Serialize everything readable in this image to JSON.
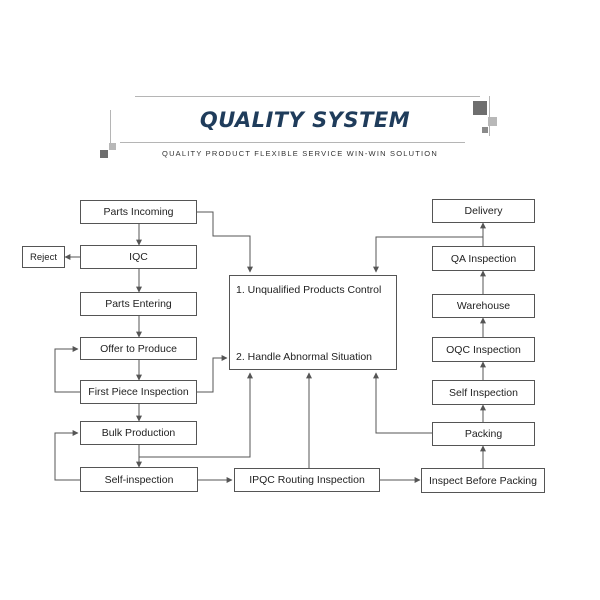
{
  "header": {
    "title": "QUALITY SYSTEM",
    "subtitle": "QUALITY PRODUCT FLEXIBLE SERVICE WIN-WIN SOLUTION"
  },
  "nodes": {
    "parts_incoming": "Parts Incoming",
    "iqc": "IQC",
    "reject": "Reject",
    "parts_entering": "Parts Entering",
    "offer_to_produce": "Offer to Produce",
    "first_piece_inspection": "First Piece Inspection",
    "bulk_production": "Bulk Production",
    "self_inspection_left": "Self-inspection",
    "ipqc_routing_inspection": "IPQC Routing Inspection",
    "inspect_before_packing": "Inspect Before Packing",
    "packing": "Packing",
    "self_inspection_right": "Self Inspection",
    "oqc_inspection": "OQC Inspection",
    "warehouse": "Warehouse",
    "qa_inspection": "QA Inspection",
    "delivery": "Delivery"
  },
  "control": {
    "item1": "1. Unqualified Products Control",
    "item2": "2. Handle Abnormal Situation"
  },
  "colors": {
    "title": "#1f3c5b",
    "line": "#555555",
    "square_dark": "#6e6e6e",
    "square_light": "#b8b8b8"
  }
}
